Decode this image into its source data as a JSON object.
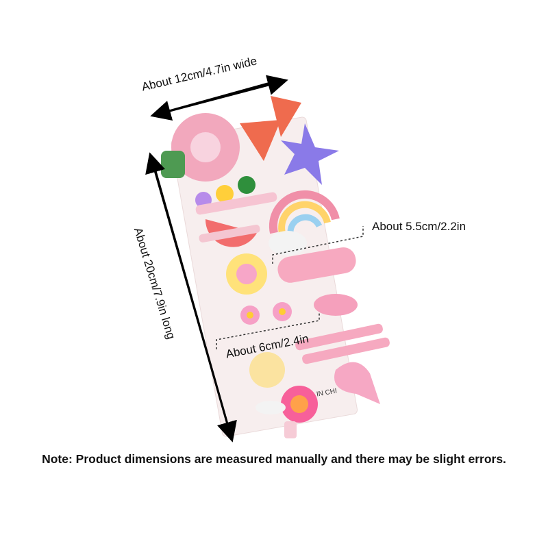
{
  "dimensions": {
    "width_label": "About 12cm/4.7in wide",
    "length_label": "About 20cm/7.9in long",
    "clip_long_label": "About 5.5cm/2.2in",
    "clip_short_label": "About 6cm/2.4in"
  },
  "card_print": "IN CHI",
  "note": "Note: Product dimensions are measured manually and there may be slight errors.",
  "colors": {
    "card": "#f7ecec",
    "clip_pink": "#f6b8c8",
    "arrow": "#000000"
  }
}
